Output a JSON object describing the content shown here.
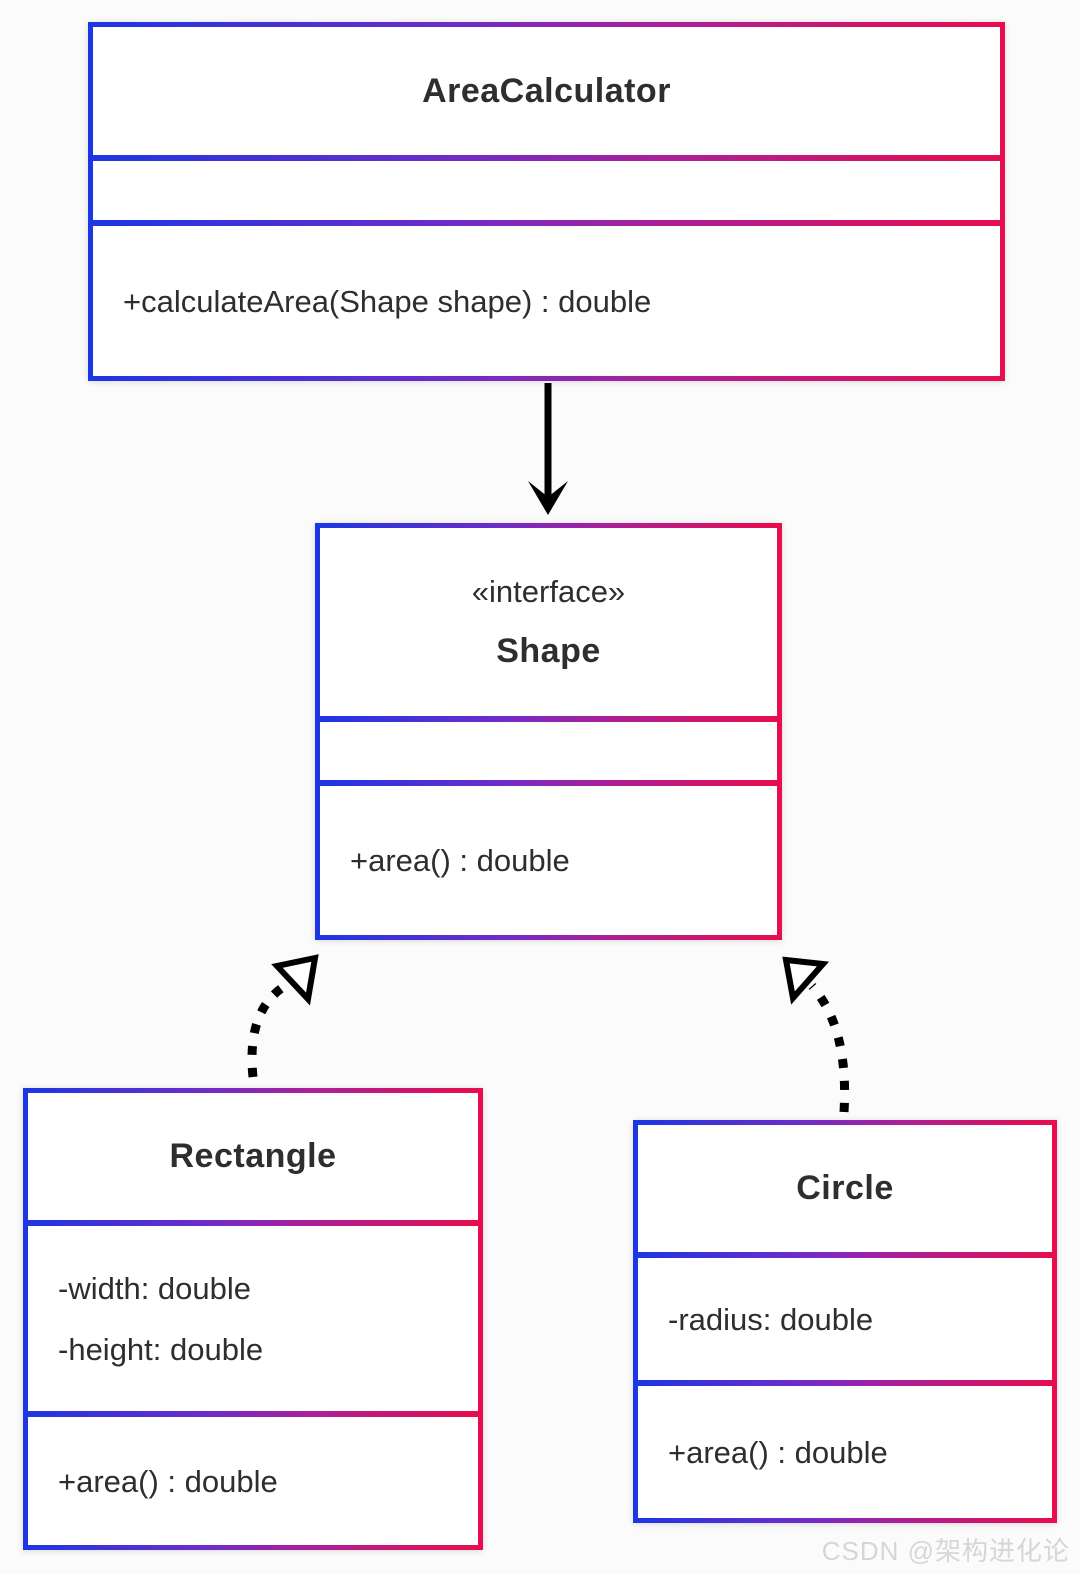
{
  "diagram_type": "uml-class-diagram",
  "colors": {
    "border_gradient_left": "#1d36e3",
    "border_gradient_mid": "#8a28b0",
    "border_gradient_right": "#e80d4e",
    "text": "#2e2e2e",
    "box_fill": "#ffffff",
    "background": "#fbfbfb",
    "watermark": "#d6d6d6"
  },
  "classes": [
    {
      "id": "area-calculator",
      "stereotype": "",
      "title": "AreaCalculator",
      "attributes": [],
      "methods": [
        "+calculateArea(Shape shape) : double"
      ]
    },
    {
      "id": "shape",
      "stereotype": "«interface»",
      "title": "Shape",
      "attributes": [],
      "methods": [
        "+area() : double"
      ]
    },
    {
      "id": "rectangle",
      "stereotype": "",
      "title": "Rectangle",
      "attributes": [
        "-width: double",
        "-height: double"
      ],
      "methods": [
        "+area() : double"
      ]
    },
    {
      "id": "circle",
      "stereotype": "",
      "title": "Circle",
      "attributes": [
        "-radius: double"
      ],
      "methods": [
        "+area() : double"
      ]
    }
  ],
  "relationships": [
    {
      "from": "AreaCalculator",
      "to": "Shape",
      "type": "dependency",
      "line_style": "solid",
      "arrowhead": "open-black"
    },
    {
      "from": "Rectangle",
      "to": "Shape",
      "type": "realization",
      "line_style": "dotted",
      "arrowhead": "hollow-triangle"
    },
    {
      "from": "Circle",
      "to": "Shape",
      "type": "realization",
      "line_style": "dotted",
      "arrowhead": "hollow-triangle"
    }
  ],
  "watermark": {
    "text": "CSDN @架构进化论"
  }
}
